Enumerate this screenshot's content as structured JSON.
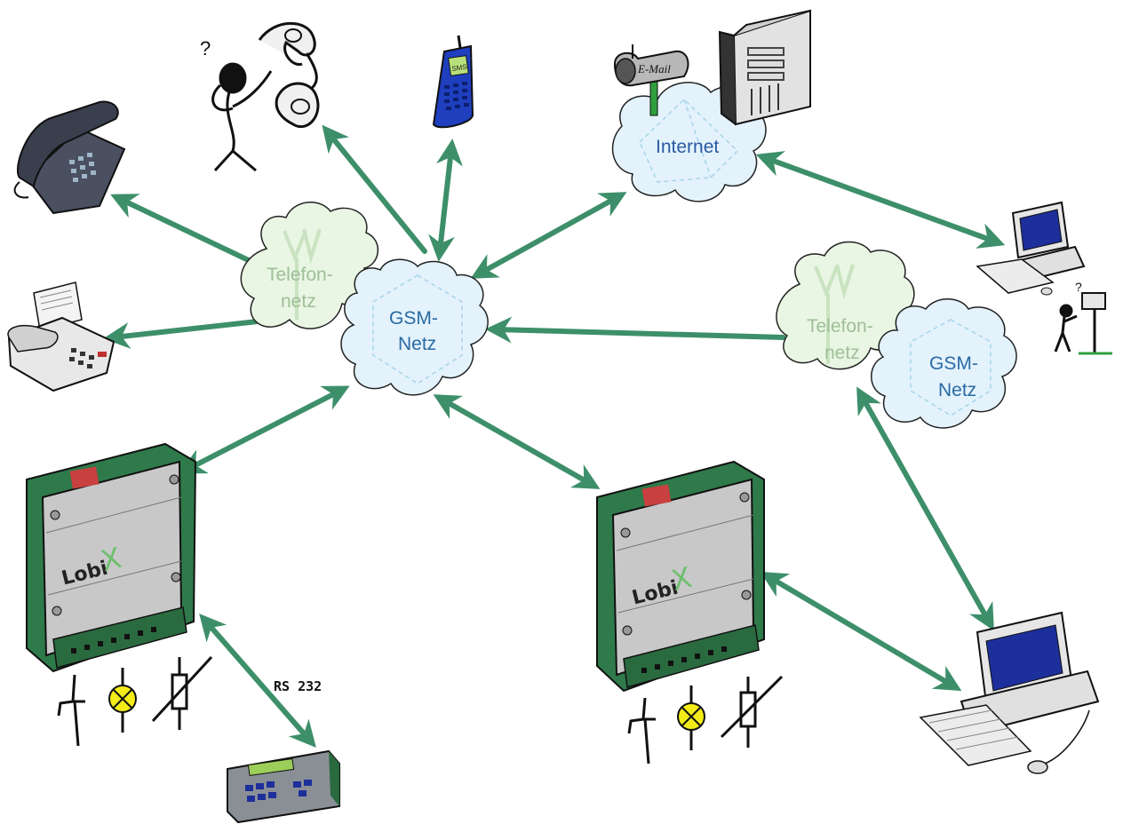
{
  "labels": {
    "telefon_left": [
      "Telefon-",
      "netz"
    ],
    "gsm_center": [
      "GSM-",
      "Netz"
    ],
    "internet": "Internet",
    "telefon_right": [
      "Telefon-",
      "netz"
    ],
    "gsm_right": [
      "GSM-",
      "Netz"
    ],
    "lobix_left": "Lobi",
    "lobix_right": "Lobi",
    "rs232": "RS 232",
    "email": "E-Mail",
    "sms": "SMS"
  },
  "colors": {
    "arrow": "#3d8f6a",
    "gsm_fill": "#e3f2fb",
    "gsm_text": "#2a6aa3",
    "telefon_fill": "#e9f6e3",
    "telefon_text": "#9fbf98",
    "internet_text": "#2a5aa3",
    "device_green": "#2f7a4a",
    "panel_grey": "#c8c8c8",
    "lamp_yellow": "#f2ec1a",
    "phone_blue": "#1f3fbf"
  },
  "icons": [
    "desk-phone-icon",
    "fax-machine-icon",
    "confused-caller-icon",
    "mobile-phone-icon",
    "mailbox-icon",
    "server-tower-icon",
    "desktop-computer-icon",
    "lobix-controller-icon",
    "switch-icon",
    "lamp-icon",
    "potentiometer-icon",
    "display-terminal-icon"
  ]
}
